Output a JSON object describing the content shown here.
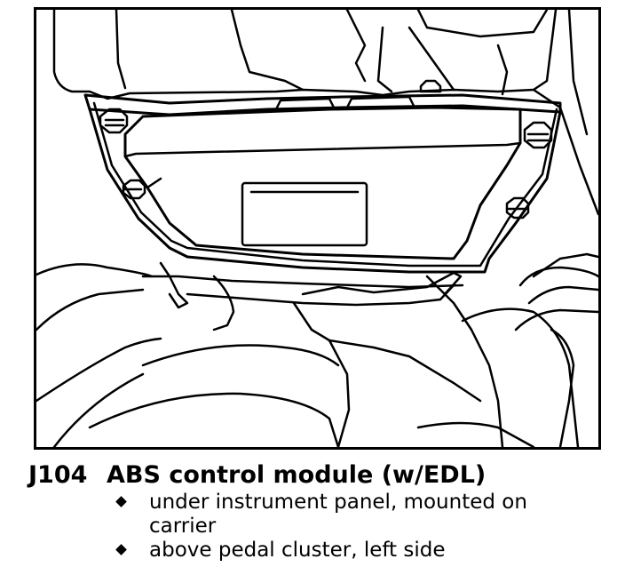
{
  "component": {
    "code": "J104",
    "name": "ABS control module (w/EDL)"
  },
  "locations": [
    {
      "text": "under instrument panel, mounted on\ncarrier"
    },
    {
      "text": "above pedal cluster, left side"
    }
  ],
  "icons": {
    "bullet": "diamond-bullet-icon"
  }
}
